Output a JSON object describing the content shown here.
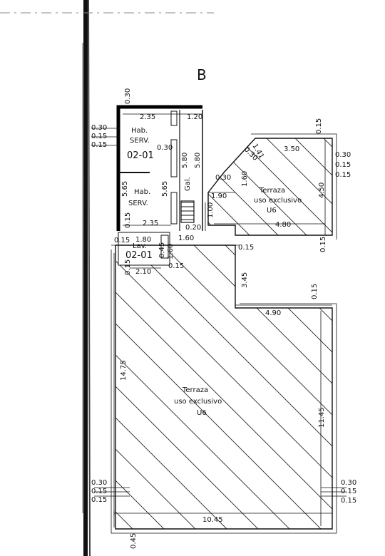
{
  "title": "B",
  "rooms": {
    "hab_upper": [
      "Hab.",
      "SERV."
    ],
    "hab_upper_code": "02-01",
    "hab_lower": [
      "Hab.",
      "SERV."
    ],
    "gal": "Gal.",
    "lav": "Lav.",
    "lav_code": "02-01"
  },
  "terraces": {
    "small": [
      "Terraza",
      "uso exclusivo",
      "U6"
    ],
    "large": [
      "Terraza",
      "uso exclusivo",
      "U6"
    ]
  },
  "dimensions": {
    "d030_top": "0.30",
    "d235_top": "2.35",
    "d120": "1.20",
    "d030_left1": "0.30",
    "d015_left1": "0.15",
    "d015_left2": "0.15",
    "d030_mid": "0.30",
    "d580a": "5.80",
    "d580b": "5.80",
    "d565a": "5.65",
    "d565b": "5.65",
    "d235_bot": "2.35",
    "d015_a": "0.15",
    "d030_b": "0.30",
    "d030_c": "0.30",
    "d141": "1.41",
    "d350": "3.50",
    "d015_top_r": "0.15",
    "d030_r": "0.30",
    "d015_r1": "0.15",
    "d015_r2": "0.15",
    "d450": "4.50",
    "d160": "1.60",
    "d190": "1.90",
    "d480": "4.80",
    "d015_r3": "0.15",
    "d100": "1.00",
    "d020": "0.20",
    "d160b": "1.60",
    "d180": "1.80",
    "d015_b": "0.15",
    "d045": "0.45",
    "d160c": "1.60",
    "d015_c": "0.15",
    "d015_d": "0.15",
    "d210": "2.10",
    "d015_e": "0.15",
    "d345": "3.45",
    "d490": "4.90",
    "d015_f": "0.15",
    "d1475": "14.75",
    "d1145": "11.45",
    "d030_l": "0.30",
    "d015_l1": "0.15",
    "d015_l2": "0.15",
    "d030_rr": "0.30",
    "d015_rr1": "0.15",
    "d015_rr2": "0.15",
    "d1045": "10.45",
    "d045_b": "0.45"
  }
}
